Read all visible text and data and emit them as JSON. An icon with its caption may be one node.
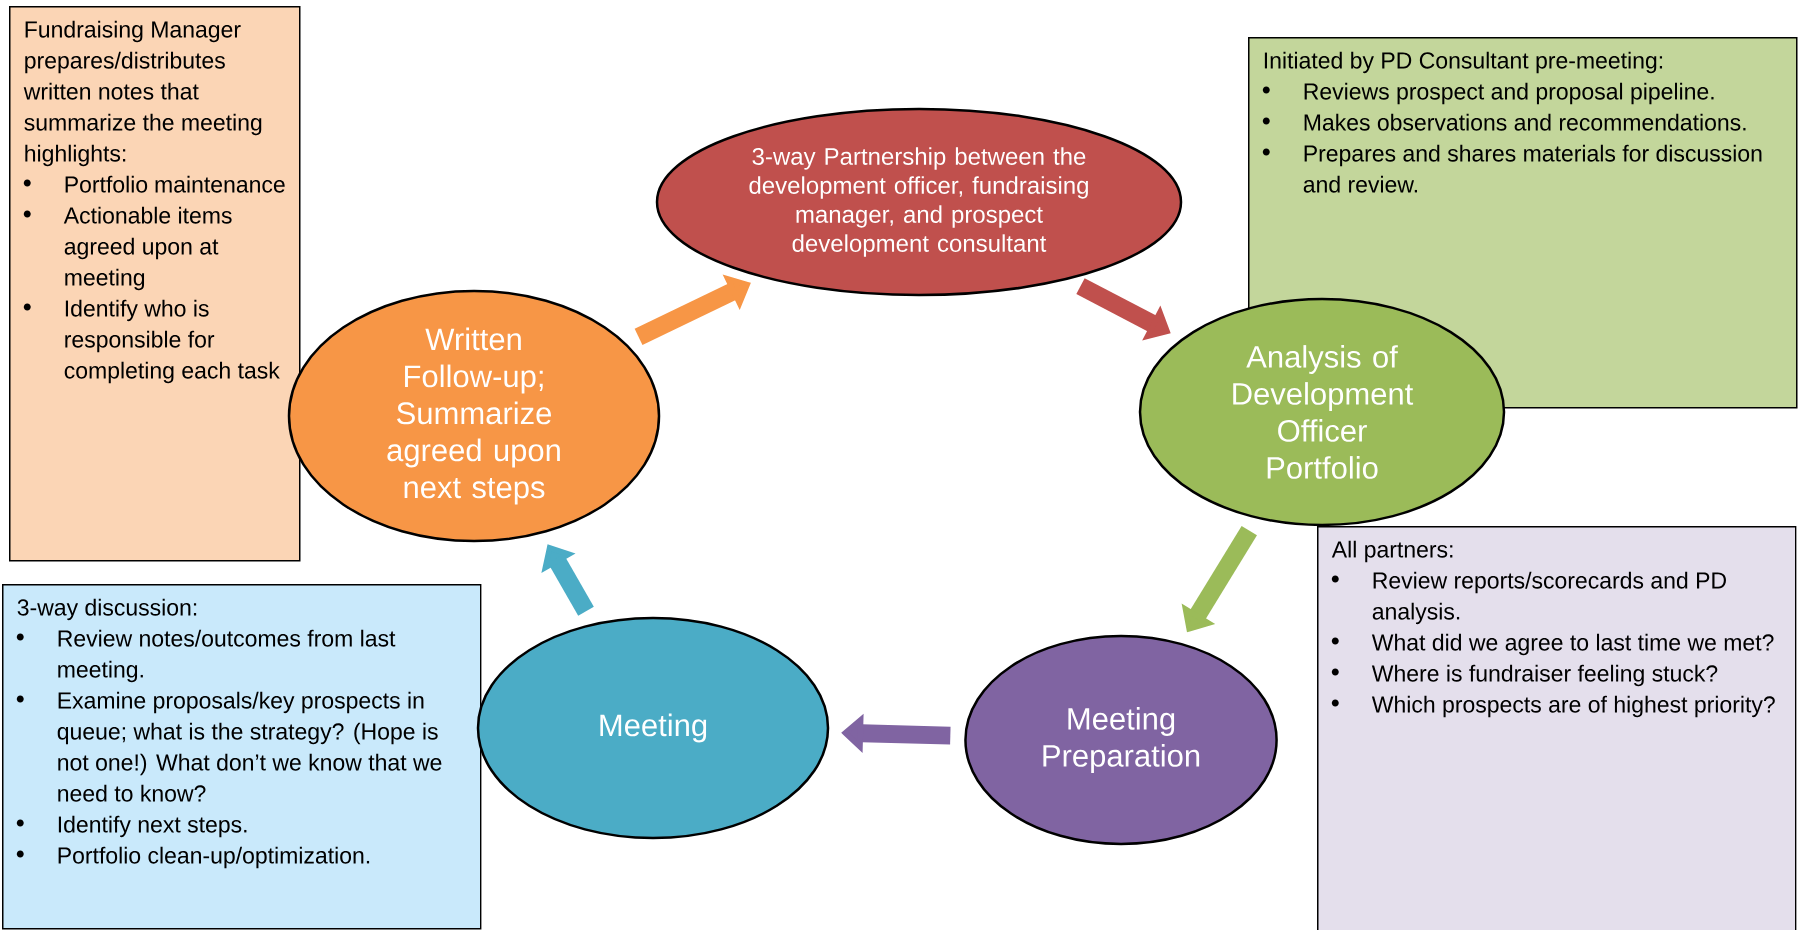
{
  "diagram": {
    "nodes": [
      {
        "text": [
          "Fundraising Manager prepares/distributes written notes that summarize the meeting highlights:",
          "Portfolio maintenance",
          "Actionable items agreed upon at meeting",
          "Identify who is responsible for completing each task"
        ]
      },
      {
        "text": [
          "3-way Partnership between the development officer, fundraising manager, and prospect development consultant"
        ]
      },
      {
        "text": [
          "Initiated by PD Consultant pre-meeting:",
          "Reviews prospect and proposal pipeline.",
          "Makes observations and recommendations.",
          "Prepares and shares materials for discussion and review."
        ]
      },
      {
        "text": [
          "Written Follow-up; Summarize agreed upon next steps"
        ]
      },
      {
        "text": [
          "Analysis of Development Officer Portfolio"
        ]
      },
      {
        "text": [
          "All partners:",
          "Review reports/scorecards and PD analysis.",
          "What did we agree to last time we met?",
          "Where is fundraiser feeling stuck?",
          "Which prospects are of highest priority?"
        ]
      },
      {
        "text": [
          "Meeting Preparation"
        ]
      },
      {
        "text": [
          "Meeting"
        ]
      },
      {
        "text": [
          "3-way discussion:",
          "Review notes/outcomes from last meeting.",
          "Examine proposals/key prospects in queue; what is the strategy?  (Hope is not one!)  What don’t we know that we need to know?",
          "Identify next steps.",
          "Portfolio clean-up/optimization."
        ]
      }
    ],
    "edges": [
      {
        "from": 1,
        "to": 4,
        "arrow": "to",
        "color": "#c0504d"
      },
      {
        "from": 4,
        "to": 6,
        "arrow": "to",
        "color": "#9bbb59"
      },
      {
        "from": 6,
        "to": 7,
        "arrow": "to",
        "color": "#8064a2"
      },
      {
        "from": 7,
        "to": 3,
        "arrow": "to",
        "color": "#4bacc6"
      },
      {
        "from": 3,
        "to": 1,
        "arrow": "to",
        "color": "#f79646"
      }
    ]
  }
}
